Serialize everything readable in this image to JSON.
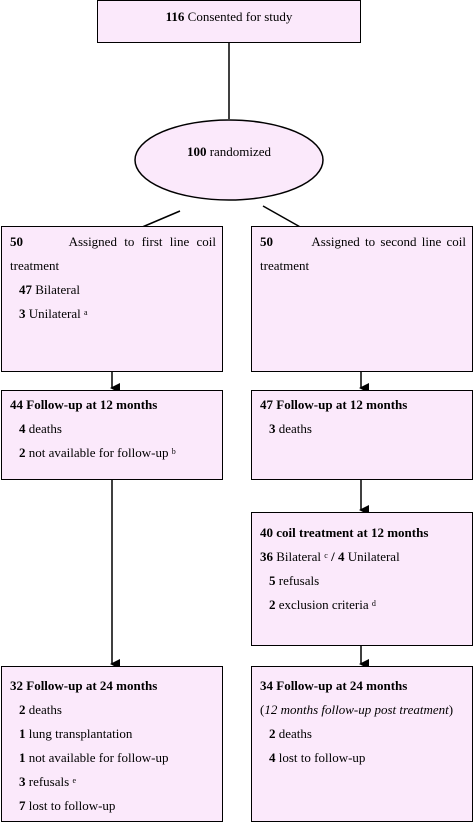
{
  "consented": {
    "num": "116",
    "text": "Consented for study"
  },
  "randomized": {
    "num": "100",
    "text": "randomized"
  },
  "left_assigned": {
    "line1_num": "50",
    "line1_text": "Assigned to first line coil",
    "line2": "treatment",
    "bilateral_num": "47",
    "bilateral_text": "Bilateral",
    "unilateral_num": "3",
    "unilateral_text": "Unilateral",
    "unilateral_note": "a"
  },
  "right_assigned": {
    "line1_num": "50",
    "line1_text": "Assigned to second line coil",
    "line2": "treatment"
  },
  "left_fu12": {
    "title": "44 Follow-up at 12 months",
    "deaths_num": "4",
    "deaths_text": "deaths",
    "na_num": "2",
    "na_text": "not available for follow-up",
    "na_note": "b"
  },
  "right_fu12": {
    "title": "47 Follow-up at 12 months",
    "deaths_num": "3",
    "deaths_text": "deaths"
  },
  "coil12": {
    "title": "40 coil treatment at 12 months",
    "bilat_num": "36",
    "bilat_text": "Bilateral",
    "bilat_note": "c",
    "slash_uni": "/ 4",
    "uni_text": "Unilateral",
    "refusals_num": "5",
    "refusals_text": "refusals",
    "excl_num": "2",
    "excl_text": "exclusion criteria",
    "excl_note": "d"
  },
  "left_fu24": {
    "title": "32 Follow-up at 24 months",
    "deaths_num": "2",
    "deaths_text": "deaths",
    "lung_num": "1",
    "lung_text": "lung transplantation",
    "na_num": "1",
    "na_text": "not available for follow-up",
    "ref_num": "3",
    "ref_text": "refusals",
    "ref_note": "e",
    "lost_num": "7",
    "lost_text": "lost to follow-up"
  },
  "right_fu24": {
    "title": "34 Follow-up at 24 months",
    "paren_open": "(",
    "note_italic": "12 months follow-up post treatment",
    "paren_close": ")",
    "deaths_num": "2",
    "deaths_text": "deaths",
    "lost_num": "4",
    "lost_text": "lost to follow-up"
  }
}
